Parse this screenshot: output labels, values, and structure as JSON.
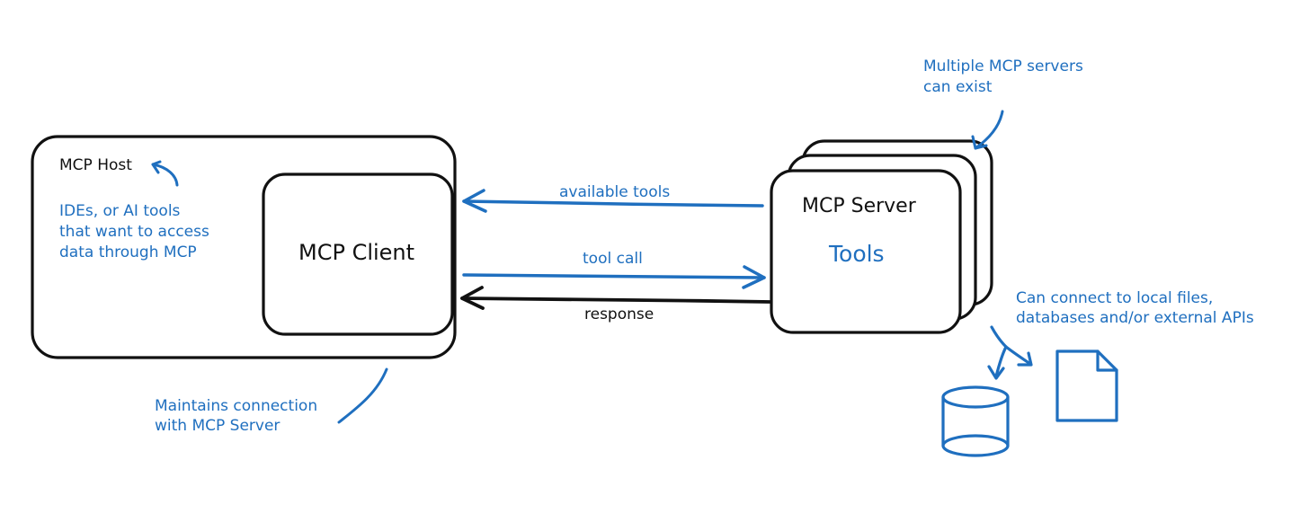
{
  "labels": {
    "host": "MCP Host",
    "host_note": [
      "IDEs, or AI tools",
      "that want to access",
      "data through MCP"
    ],
    "client": "MCP Client",
    "server": "MCP Server",
    "tools": "Tools",
    "arrow_available_tools": "available tools",
    "arrow_tool_call": "tool call",
    "arrow_response": "response",
    "client_note": [
      "Maintains connection",
      "with MCP Server"
    ],
    "servers_note": [
      "Multiple MCP servers",
      "can exist"
    ],
    "resources_note": [
      "Can connect to local files,",
      "databases and/or external APIs"
    ]
  },
  "icons": {
    "database": "database-icon",
    "file": "file-icon"
  },
  "colors": {
    "ink": "#111111",
    "accent": "#1f6fbf"
  }
}
